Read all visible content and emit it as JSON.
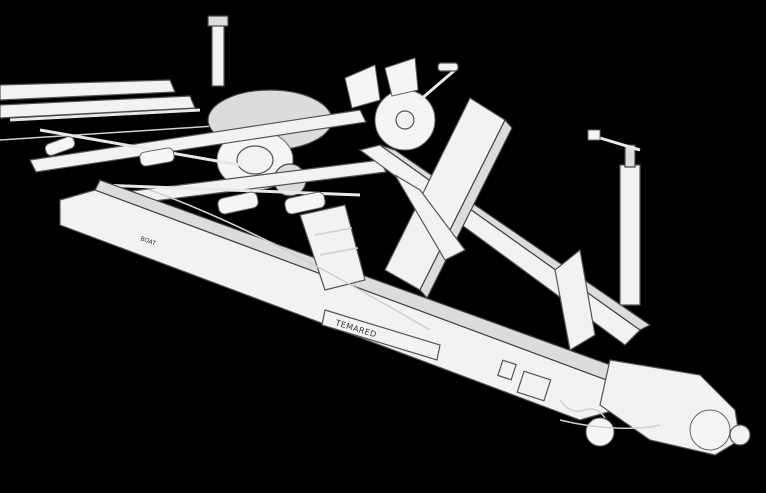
{
  "image": {
    "background_color": "#000000",
    "subject": "boat-trailer"
  },
  "labels": {
    "brand_decal": "TEMARED",
    "side_stamp": "BOAT"
  }
}
